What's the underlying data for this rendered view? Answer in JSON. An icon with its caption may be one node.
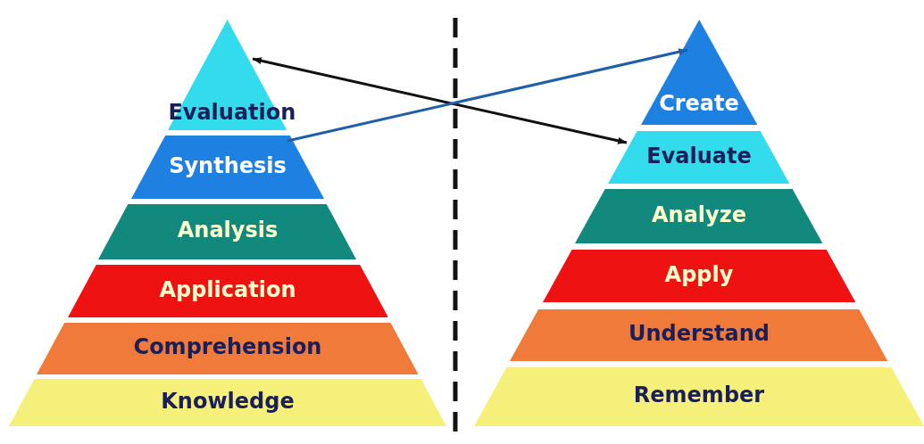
{
  "diagram": {
    "nodes": [
      {
        "text": [
          "Evaluation"
        ]
      },
      {
        "text": [
          "Synthesis"
        ]
      },
      {
        "text": [
          "Analysis"
        ]
      },
      {
        "text": [
          "Application"
        ]
      },
      {
        "text": [
          "Comprehension"
        ]
      },
      {
        "text": [
          "Knowledge"
        ]
      },
      {
        "text": [
          "Create"
        ]
      },
      {
        "text": [
          "Evaluate"
        ]
      },
      {
        "text": [
          "Analyze"
        ]
      },
      {
        "text": [
          "Apply"
        ]
      },
      {
        "text": [
          "Understand"
        ]
      },
      {
        "text": [
          "Remember"
        ]
      }
    ],
    "edges": [
      {
        "from": 0,
        "to": 7,
        "arrow": "both"
      },
      {
        "from": 1,
        "to": 6,
        "arrow": "to",
        "color": "#1f5fa8"
      }
    ]
  }
}
